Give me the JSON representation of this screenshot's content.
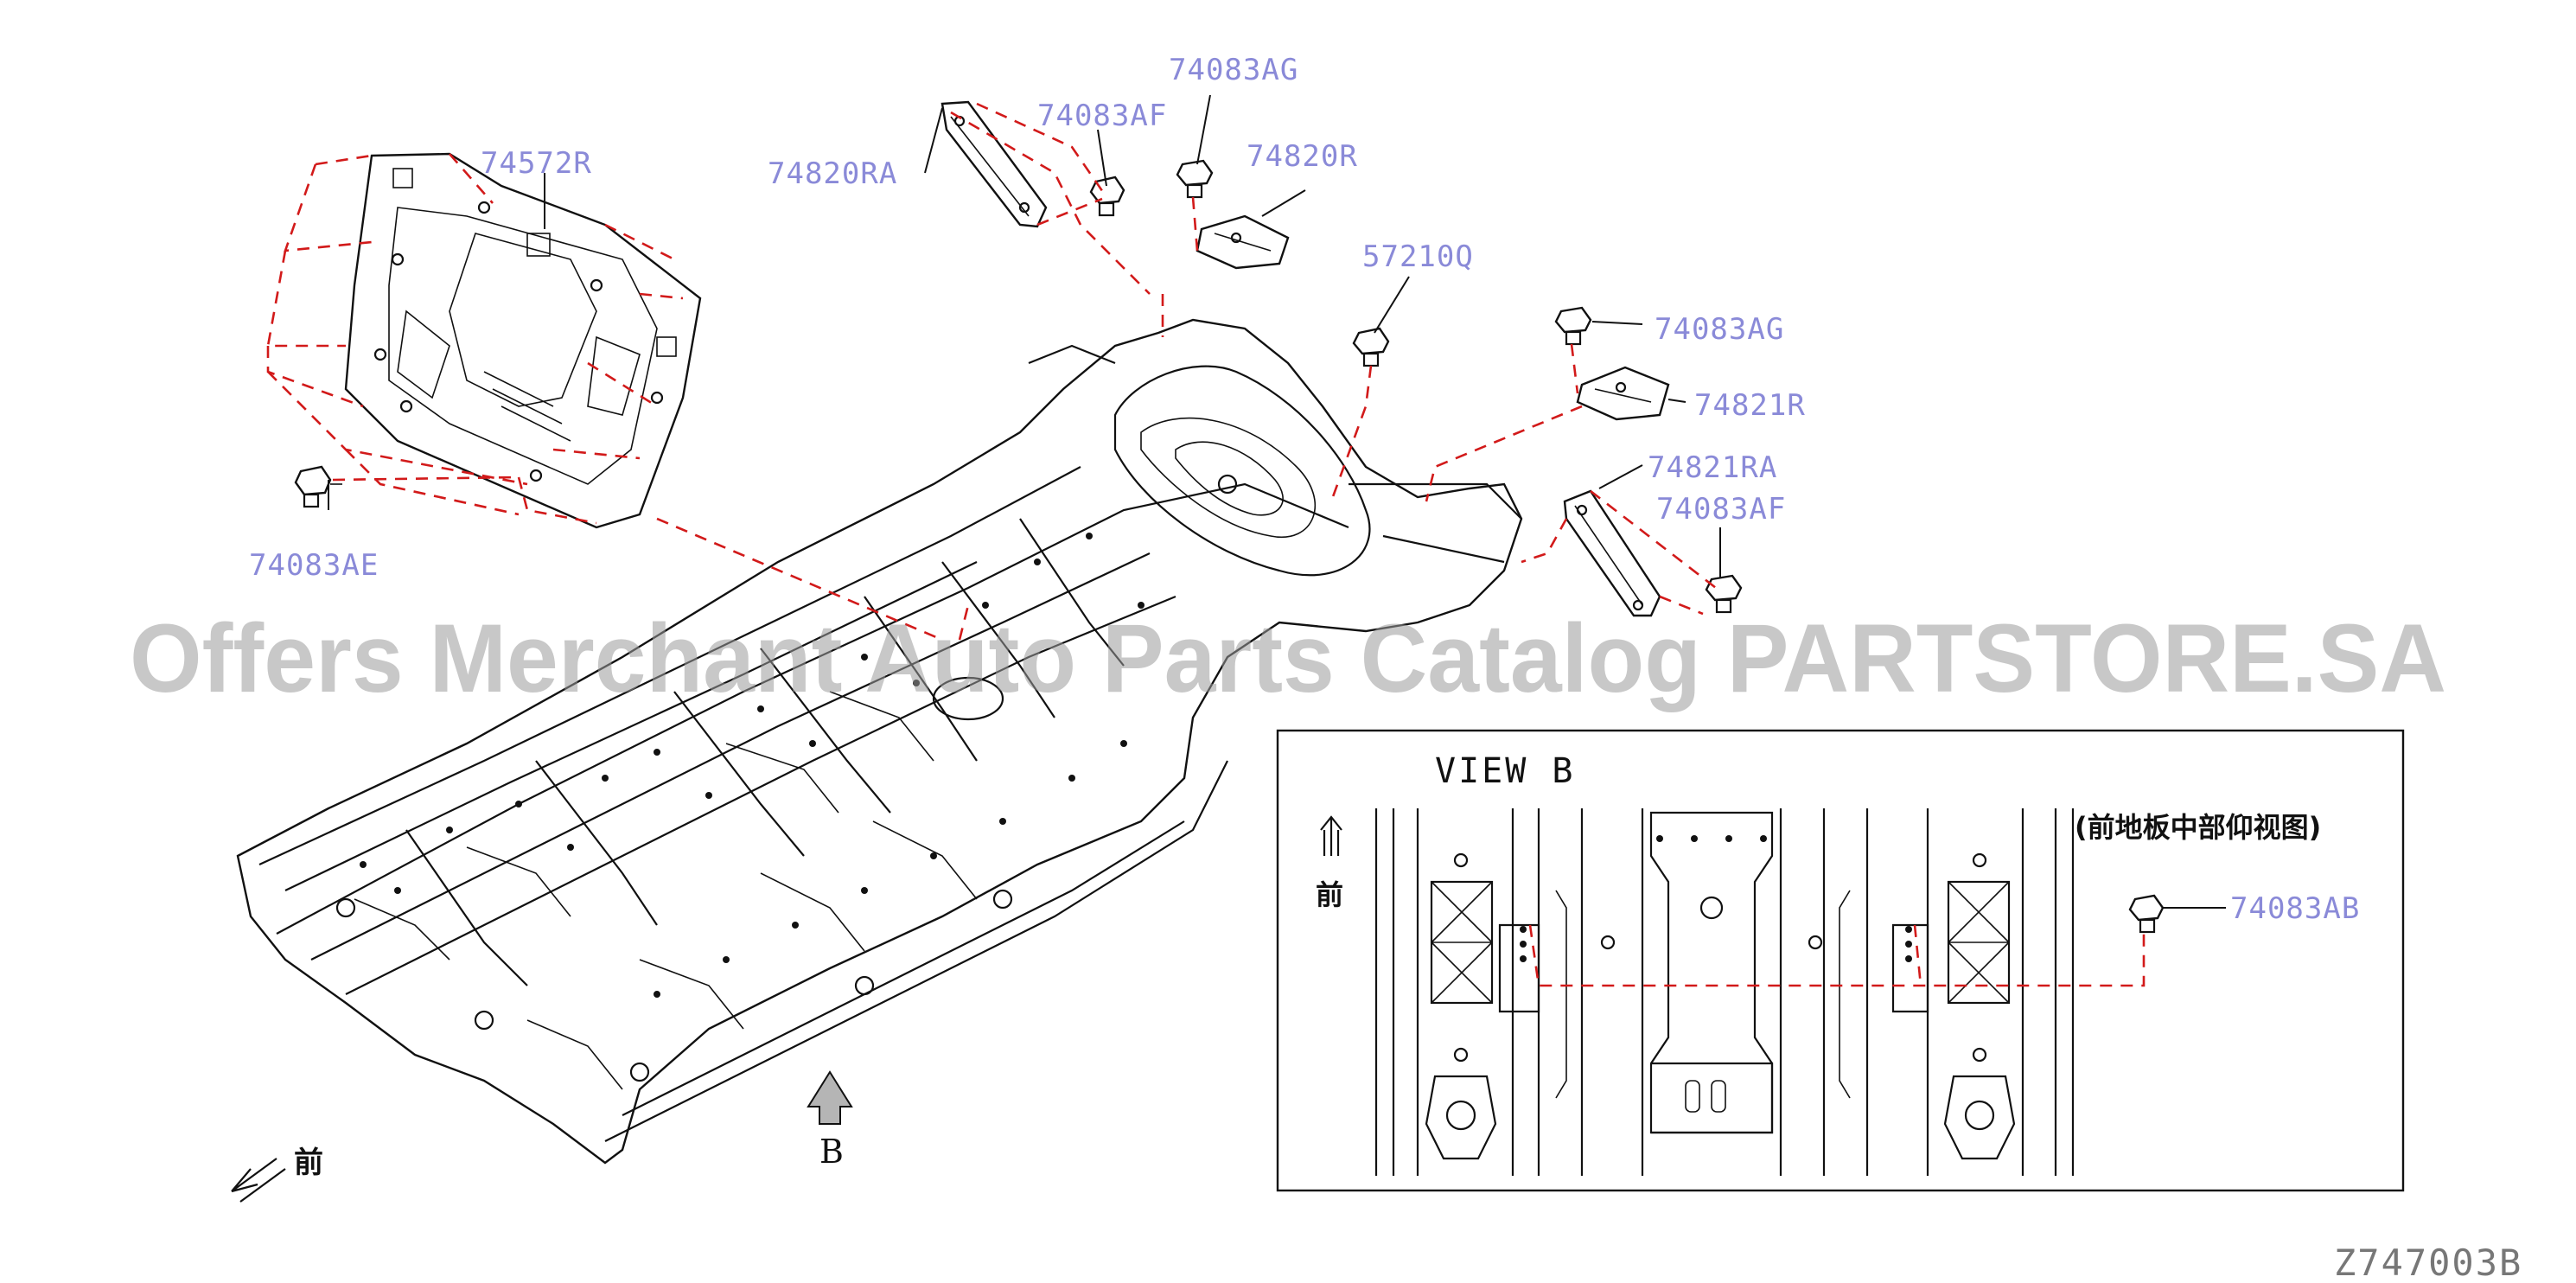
{
  "diagram": {
    "part_labels": {
      "p74572R": "74572R",
      "p74083AE": "74083AE",
      "p74820RA": "74820RA",
      "p74083AF_top": "74083AF",
      "p74083AG_top": "74083AG",
      "p74820R": "74820R",
      "p57210Q": "57210Q",
      "p74083AG_right": "74083AG",
      "p74821R": "74821R",
      "p74821RA": "74821RA",
      "p74083AF_right": "74083AF",
      "p74083AB": "74083AB"
    },
    "view_b": {
      "title": "VIEW B",
      "caption": "(前地板中部仰视图)",
      "front_mark": "前"
    },
    "front_arrow_label": "前",
    "arrow_b_label": "B",
    "watermark": "Offers Merchant Auto Parts Catalog PARTSTORE.SA",
    "diagram_code": "Z747003B",
    "colors": {
      "leader_dash": "#d21a1a",
      "part_label": "#8a8ad8",
      "line": "#111111"
    }
  }
}
